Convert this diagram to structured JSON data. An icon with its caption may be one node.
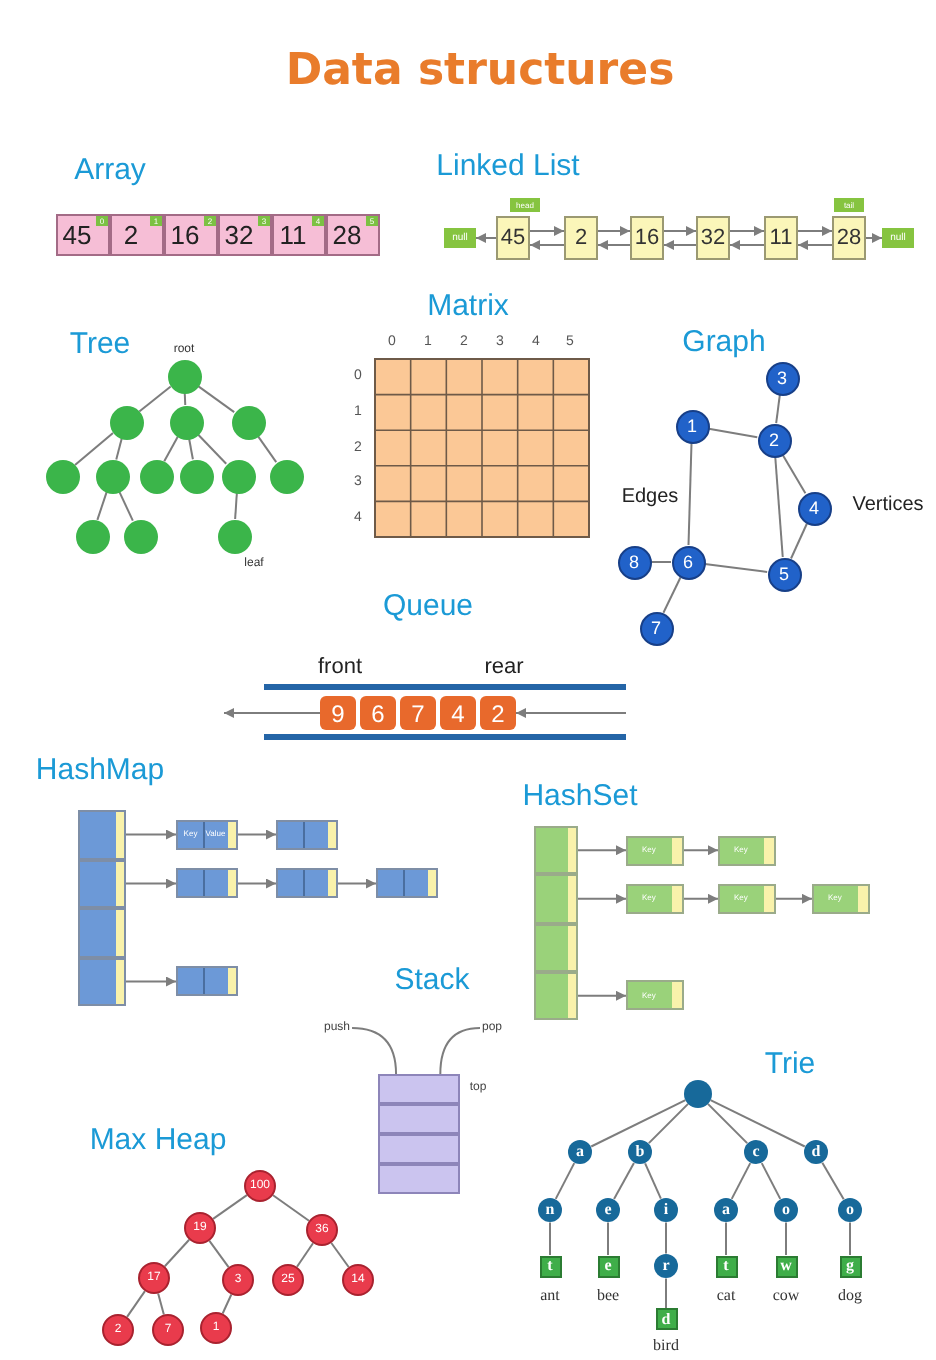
{
  "diagram": {
    "title": "Data structures",
    "nodes": [
      {
        "text": [
          "45"
        ]
      },
      {
        "text": [
          "0"
        ],
        "in": 0
      },
      {
        "text": [
          "2"
        ]
      },
      {
        "text": [
          "1"
        ],
        "in": 2
      },
      {
        "text": [
          "16"
        ]
      },
      {
        "text": [
          "2"
        ],
        "in": 4
      },
      {
        "text": [
          "32"
        ]
      },
      {
        "text": [
          "3"
        ],
        "in": 6
      },
      {
        "text": [
          "11"
        ]
      },
      {
        "text": [
          "4"
        ],
        "in": 8
      },
      {
        "text": [
          "28"
        ]
      },
      {
        "text": [
          "5"
        ],
        "in": 10
      },
      {
        "text": [
          "null"
        ]
      },
      {
        "text": [
          "head"
        ]
      },
      {
        "text": [
          "45"
        ]
      },
      {
        "text": [
          "2"
        ]
      },
      {
        "text": [
          "16"
        ]
      },
      {
        "text": [
          "32"
        ]
      },
      {
        "text": [
          "11"
        ]
      },
      {
        "text": [
          "tail"
        ]
      },
      {
        "text": [
          "28"
        ]
      },
      {
        "text": [
          "null"
        ]
      },
      {
        "text": [],
        "shape": "circle",
        "beside": [
          "root"
        ]
      },
      {
        "text": [],
        "shape": "circle"
      },
      {
        "text": [],
        "shape": "circle"
      },
      {
        "text": [],
        "shape": "circle"
      },
      {
        "text": [],
        "shape": "circle"
      },
      {
        "text": [],
        "shape": "circle"
      },
      {
        "text": [],
        "shape": "circle"
      },
      {
        "text": [],
        "shape": "circle"
      },
      {
        "text": [],
        "shape": "circle"
      },
      {
        "text": [],
        "shape": "circle"
      },
      {
        "text": [],
        "shape": "circle"
      },
      {
        "text": [],
        "shape": "circle"
      },
      {
        "text": [],
        "shape": "circle",
        "beside": [
          "leaf"
        ]
      },
      {
        "text": [
          "1"
        ]
      },
      {
        "text": [
          "2"
        ]
      },
      {
        "text": [
          "3"
        ]
      },
      {
        "text": [
          "4"
        ]
      },
      {
        "text": [
          "5"
        ]
      },
      {
        "text": [
          "6"
        ]
      },
      {
        "text": [
          "7"
        ]
      },
      {
        "text": [
          "8"
        ]
      },
      {
        "text": [
          "9"
        ]
      },
      {
        "text": [
          "6"
        ]
      },
      {
        "text": [
          "7"
        ]
      },
      {
        "text": [
          "4"
        ]
      },
      {
        "text": [
          "2"
        ]
      },
      {
        "text": [],
        "shape": "box"
      },
      {
        "text": [
          "Key",
          "Value"
        ]
      },
      {
        "text": [],
        "shape": "box"
      },
      {
        "text": [],
        "shape": "box"
      },
      {
        "text": [],
        "shape": "box"
      },
      {
        "text": [],
        "shape": "box"
      },
      {
        "text": [],
        "shape": "box"
      },
      {
        "text": [],
        "shape": "box"
      },
      {
        "text": [],
        "shape": "box"
      },
      {
        "text": [],
        "shape": "box"
      },
      {
        "text": [],
        "shape": "box"
      },
      {
        "text": [
          "Key"
        ]
      },
      {
        "text": [
          "Key"
        ]
      },
      {
        "text": [],
        "shape": "box"
      },
      {
        "text": [
          "Key"
        ]
      },
      {
        "text": [
          "Key"
        ]
      },
      {
        "text": [
          "Key"
        ]
      },
      {
        "text": [],
        "shape": "box"
      },
      {
        "text": [],
        "shape": "box"
      },
      {
        "text": [
          "Key"
        ]
      },
      {
        "text": [
          "push"
        ]
      },
      {
        "text": [
          "pop"
        ]
      },
      {
        "text": [],
        "shape": "box",
        "beside": [
          "top"
        ]
      },
      {
        "text": [],
        "shape": "box"
      },
      {
        "text": [],
        "shape": "box"
      },
      {
        "text": [],
        "shape": "box"
      },
      {
        "text": [
          "100"
        ]
      },
      {
        "text": [
          "19"
        ]
      },
      {
        "text": [
          "36"
        ]
      },
      {
        "text": [
          "17"
        ]
      },
      {
        "text": [
          "3"
        ]
      },
      {
        "text": [
          "25"
        ]
      },
      {
        "text": [
          "14"
        ]
      },
      {
        "text": [
          "2"
        ]
      },
      {
        "text": [
          "7"
        ]
      },
      {
        "text": [
          "1"
        ]
      },
      {
        "text": [],
        "shape": "circle"
      },
      {
        "text": [
          "a"
        ]
      },
      {
        "text": [
          "b"
        ]
      },
      {
        "text": [
          "c"
        ]
      },
      {
        "text": [
          "d"
        ]
      },
      {
        "text": [
          "n"
        ]
      },
      {
        "text": [
          "e"
        ]
      },
      {
        "text": [
          "i"
        ]
      },
      {
        "text": [
          "a"
        ]
      },
      {
        "text": [
          "o"
        ]
      },
      {
        "text": [
          "o"
        ]
      },
      {
        "text": [
          "t"
        ],
        "beside": [
          "ant"
        ]
      },
      {
        "text": [
          "e"
        ],
        "beside": [
          "bee"
        ]
      },
      {
        "text": [
          "r"
        ]
      },
      {
        "text": [
          "t"
        ],
        "beside": [
          "cat"
        ]
      },
      {
        "text": [
          "w"
        ],
        "beside": [
          "cow"
        ]
      },
      {
        "text": [
          "g"
        ],
        "beside": [
          "dog"
        ]
      },
      {
        "text": [
          "d"
        ],
        "beside": [
          "bird"
        ]
      }
    ],
    "edges": [
      {
        "from": 14,
        "to": 12,
        "arrow": "to"
      },
      {
        "from": 14,
        "to": 15,
        "arrow": "to"
      },
      {
        "from": 15,
        "to": 14,
        "arrow": "to"
      },
      {
        "from": 15,
        "to": 16,
        "arrow": "to"
      },
      {
        "from": 16,
        "to": 15,
        "arrow": "to"
      },
      {
        "from": 16,
        "to": 17,
        "arrow": "to"
      },
      {
        "from": 17,
        "to": 16,
        "arrow": "to"
      },
      {
        "from": 17,
        "to": 18,
        "arrow": "to"
      },
      {
        "from": 18,
        "to": 17,
        "arrow": "to"
      },
      {
        "from": 18,
        "to": 20,
        "arrow": "to"
      },
      {
        "from": 20,
        "to": 18,
        "arrow": "to"
      },
      {
        "from": 20,
        "to": 21,
        "arrow": "to"
      },
      {
        "from": 22,
        "to": 23,
        "arrow": "none"
      },
      {
        "from": 22,
        "to": 24,
        "arrow": "none"
      },
      {
        "from": 22,
        "to": 25,
        "arrow": "none"
      },
      {
        "from": 23,
        "to": 26,
        "arrow": "none"
      },
      {
        "from": 23,
        "to": 27,
        "arrow": "none"
      },
      {
        "from": 24,
        "to": 28,
        "arrow": "none"
      },
      {
        "from": 24,
        "to": 29,
        "arrow": "none"
      },
      {
        "from": 24,
        "to": 30,
        "arrow": "none"
      },
      {
        "from": 25,
        "to": 31,
        "arrow": "none"
      },
      {
        "from": 27,
        "to": 32,
        "arrow": "none"
      },
      {
        "from": 27,
        "to": 33,
        "arrow": "none"
      },
      {
        "from": 30,
        "to": 34,
        "arrow": "none"
      },
      {
        "from": 35,
        "to": 36,
        "arrow": "none"
      },
      {
        "from": 37,
        "to": 36,
        "arrow": "none"
      },
      {
        "from": 36,
        "to": 38,
        "arrow": "none"
      },
      {
        "from": 36,
        "to": 39,
        "arrow": "none"
      },
      {
        "from": 38,
        "to": 39,
        "arrow": "none"
      },
      {
        "from": 35,
        "to": 40,
        "arrow": "none"
      },
      {
        "from": 40,
        "to": 39,
        "arrow": "none"
      },
      {
        "from": 42,
        "to": 40,
        "arrow": "none"
      },
      {
        "from": 40,
        "to": 41,
        "arrow": "none"
      },
      {
        "from": 43,
        "to": null,
        "arrow": "to"
      },
      {
        "from": null,
        "to": 47,
        "arrow": "to"
      },
      {
        "from": 48,
        "to": 49,
        "arrow": "to"
      },
      {
        "from": 49,
        "to": 50,
        "arrow": "to"
      },
      {
        "from": 51,
        "to": 52,
        "arrow": "to"
      },
      {
        "from": 52,
        "to": 53,
        "arrow": "to"
      },
      {
        "from": 53,
        "to": 54,
        "arrow": "to"
      },
      {
        "from": 56,
        "to": 57,
        "arrow": "to"
      },
      {
        "from": 58,
        "to": 59,
        "arrow": "to"
      },
      {
        "from": 59,
        "to": 60,
        "arrow": "to"
      },
      {
        "from": 61,
        "to": 62,
        "arrow": "to"
      },
      {
        "from": 62,
        "to": 63,
        "arrow": "to"
      },
      {
        "from": 63,
        "to": 64,
        "arrow": "to"
      },
      {
        "from": 66,
        "to": 67,
        "arrow": "to"
      },
      {
        "from": 68,
        "to": 70,
        "arrow": "none"
      },
      {
        "from": 69,
        "to": 70,
        "arrow": "none"
      },
      {
        "from": 74,
        "to": 75,
        "arrow": "none"
      },
      {
        "from": 74,
        "to": 76,
        "arrow": "none"
      },
      {
        "from": 75,
        "to": 77,
        "arrow": "none"
      },
      {
        "from": 75,
        "to": 78,
        "arrow": "none"
      },
      {
        "from": 76,
        "to": 79,
        "arrow": "none"
      },
      {
        "from": 76,
        "to": 80,
        "arrow": "none"
      },
      {
        "from": 77,
        "to": 81,
        "arrow": "none"
      },
      {
        "from": 77,
        "to": 82,
        "arrow": "none"
      },
      {
        "from": 78,
        "to": 83,
        "arrow": "none"
      },
      {
        "from": 84,
        "to": 85,
        "arrow": "none"
      },
      {
        "from": 84,
        "to": 86,
        "arrow": "none"
      },
      {
        "from": 84,
        "to": 87,
        "arrow": "none"
      },
      {
        "from": 84,
        "to": 88,
        "arrow": "none"
      },
      {
        "from": 85,
        "to": 89,
        "arrow": "none"
      },
      {
        "from": 89,
        "to": 95,
        "arrow": "none"
      },
      {
        "from": 86,
        "to": 90,
        "arrow": "none"
      },
      {
        "from": 90,
        "to": 96,
        "arrow": "none"
      },
      {
        "from": 86,
        "to": 91,
        "arrow": "none"
      },
      {
        "from": 91,
        "to": 97,
        "arrow": "none"
      },
      {
        "from": 97,
        "to": 101,
        "arrow": "none"
      },
      {
        "from": 87,
        "to": 92,
        "arrow": "none"
      },
      {
        "from": 92,
        "to": 98,
        "arrow": "none"
      },
      {
        "from": 87,
        "to": 93,
        "arrow": "none"
      },
      {
        "from": 93,
        "to": 99,
        "arrow": "none"
      },
      {
        "from": 88,
        "to": 94,
        "arrow": "none"
      },
      {
        "from": 94,
        "to": 100,
        "arrow": "none"
      }
    ],
    "labels": [
      "Array",
      "Linked List",
      "Matrix",
      "Tree",
      "0",
      "1",
      "2",
      "3",
      "4",
      "5",
      "Graph",
      "0",
      "1",
      "2",
      "3",
      "4",
      "Edges",
      "Vertices",
      "Queue",
      "front",
      "rear",
      "HashMap",
      "HashSet",
      "Stack",
      "Max Heap",
      "Trie"
    ]
  }
}
